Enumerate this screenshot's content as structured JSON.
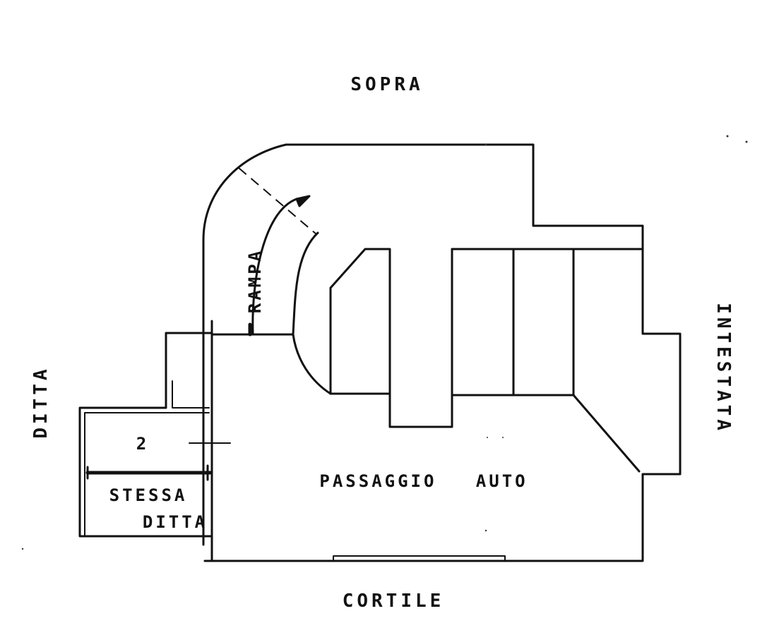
{
  "labels": {
    "top": "SOPRA",
    "bottom": "CORTILE",
    "left": "DITTA",
    "right": "INTESTATA",
    "ramp": "RAMPA",
    "unit_number": "2",
    "neighbour_line1": "STESSA",
    "neighbour_line2": "DITTA",
    "main_area": "PASSAGGIO   AUTO"
  }
}
